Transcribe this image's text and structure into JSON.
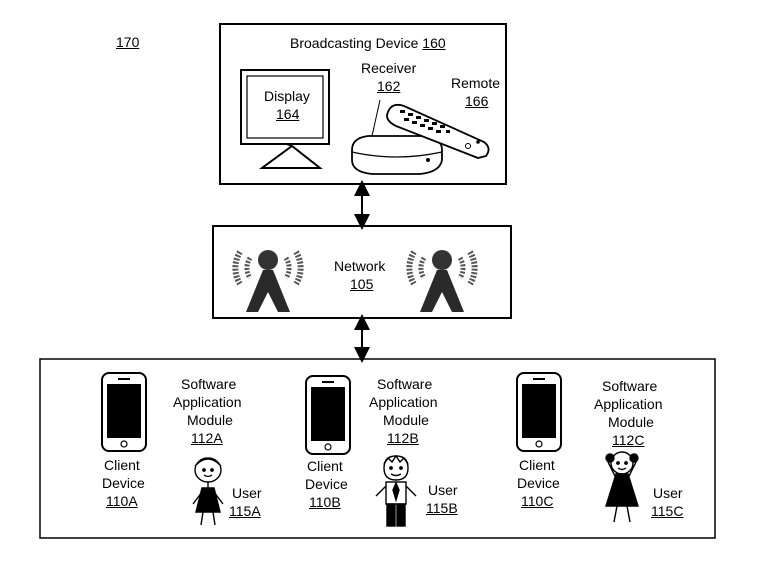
{
  "figure_ref": "170",
  "broadcasting_device": {
    "label": "Broadcasting Device",
    "ref": "160",
    "display": {
      "label": "Display",
      "ref": "164"
    },
    "receiver": {
      "label": "Receiver",
      "ref": "162"
    },
    "remote": {
      "label": "Remote",
      "ref": "166"
    }
  },
  "network": {
    "label": "Network",
    "ref": "105"
  },
  "clients": [
    {
      "device_label_1": "Client",
      "device_label_2": "Device",
      "device_ref": "110A",
      "module_line_1": "Software",
      "module_line_2": "Application",
      "module_line_3": "Module",
      "module_ref": "112A",
      "user_label": "User",
      "user_ref": "115A",
      "user_icon": "girl-icon"
    },
    {
      "device_label_1": "Client",
      "device_label_2": "Device",
      "device_ref": "110B",
      "module_line_1": "Software",
      "module_line_2": "Application",
      "module_line_3": "Module",
      "module_ref": "112B",
      "user_label": "User",
      "user_ref": "115B",
      "user_icon": "boy-icon"
    },
    {
      "device_label_1": "Client",
      "device_label_2": "Device",
      "device_ref": "110C",
      "module_line_1": "Software",
      "module_line_2": "Application",
      "module_line_3": "Module",
      "module_ref": "112C",
      "user_label": "User",
      "user_ref": "115C",
      "user_icon": "girl-dancing-icon"
    }
  ]
}
